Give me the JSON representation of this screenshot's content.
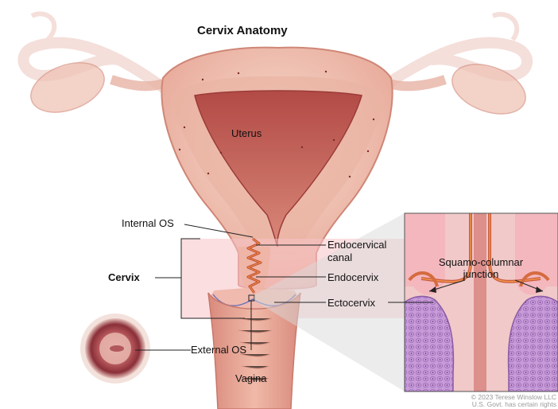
{
  "title": "Cervix Anatomy",
  "labels": {
    "uterus": "Uterus",
    "internal_os": "Internal OS",
    "cervix": "Cervix",
    "endocervical_canal_line1": "Endocervical",
    "endocervical_canal_line2": "canal",
    "endocervix": "Endocervix",
    "ectocervix": "Ectocervix",
    "external_os": "External OS",
    "vagina": "Vagina",
    "squamo_line1": "Squamo-columnar",
    "squamo_line2": "junction"
  },
  "credit": {
    "line1": "© 2023 Terese Winslow LLC",
    "line2": "U.S. Govt. has certain rights"
  },
  "colors": {
    "tissue_light": "#f3d3c6",
    "tissue_mid": "#e7a596",
    "tissue_dark": "#b8504a",
    "cervix_band": "#f6c9cc",
    "cells": "#c79ad8",
    "cells_dark": "#8b5aa4"
  }
}
